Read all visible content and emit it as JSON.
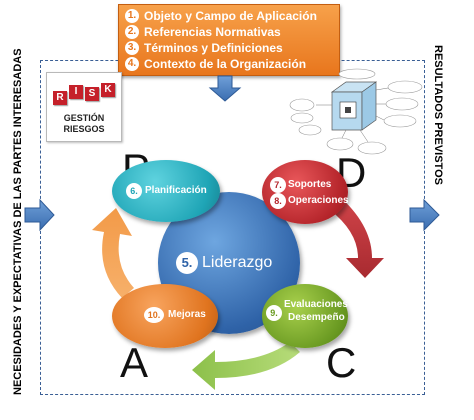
{
  "top_clauses": [
    {
      "num": "1.",
      "text": "Objeto y Campo de Aplicación"
    },
    {
      "num": "2.",
      "text": "Referencias Normativas"
    },
    {
      "num": "3.",
      "text": "Términos y Definiciones"
    },
    {
      "num": "4.",
      "text": "Contexto de la Organización"
    }
  ],
  "side_left": "NECESIDADES Y EXPECTATIVAS DE LAS PARTES INTERESADAS",
  "side_right": "RESULTADOS PREVISTOS",
  "risk": {
    "cubes": [
      "R",
      "I",
      "S",
      "K"
    ],
    "label_line1": "GESTIÓN",
    "label_line2": "RIESGOS"
  },
  "pdca": {
    "p": "P",
    "d": "D",
    "c": "C",
    "a": "A"
  },
  "center": {
    "num": "5.",
    "label": "Liderazgo"
  },
  "plan": {
    "num": "6.",
    "label": "Planificación"
  },
  "do": {
    "num1": "7.",
    "label1": "Soportes",
    "num2": "8.",
    "label2": "Operaciones"
  },
  "check": {
    "num": "9.",
    "label1": "Evaluaciones",
    "label2": "Desempeño"
  },
  "act": {
    "num": "10.",
    "label": "Mejoras"
  },
  "colors": {
    "orange": "#e8761d",
    "blue": "#2f63a8",
    "teal": "#1fa5b6",
    "red": "#b4242a",
    "green": "#6a9a22",
    "frame": "#3a5f95"
  },
  "icons": [
    "down-arrow-icon",
    "right-arrow-icon",
    "cycle-arrow-icon",
    "cube-diagram-icon",
    "risk-cubes-icon"
  ]
}
